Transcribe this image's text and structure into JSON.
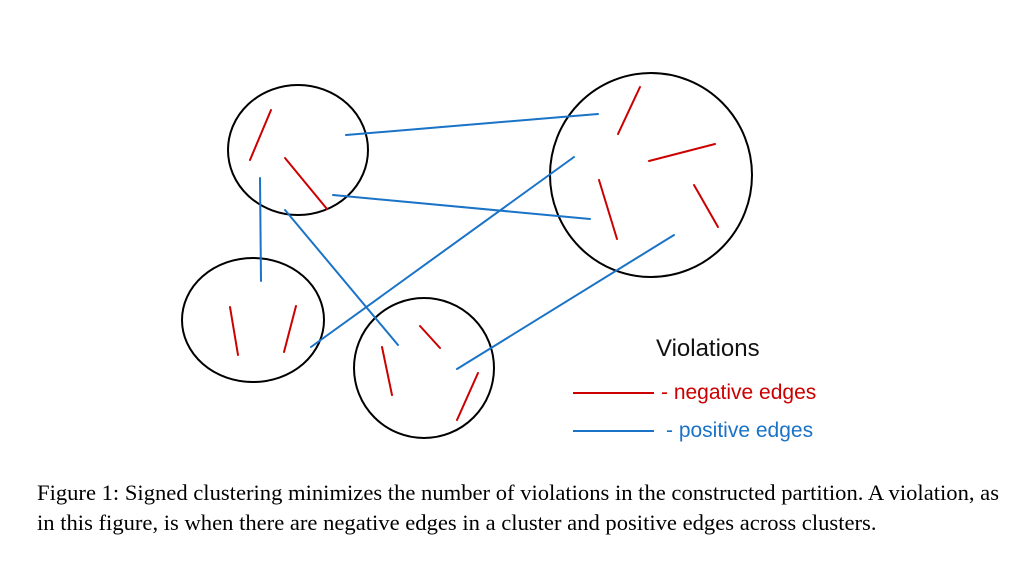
{
  "colors": {
    "negative": "#cc0000",
    "positive": "#1a73c7",
    "cluster_outline": "#000000"
  },
  "legend": {
    "title": "Violations",
    "negative_label": "- negative edges",
    "positive_label": "- positive edges"
  },
  "caption": {
    "text": "Figure 1: Signed clustering minimizes the number of violations in the constructed partition. A violation, as in this figure, is when there are negative edges in a cluster and positive edges across clusters."
  }
}
